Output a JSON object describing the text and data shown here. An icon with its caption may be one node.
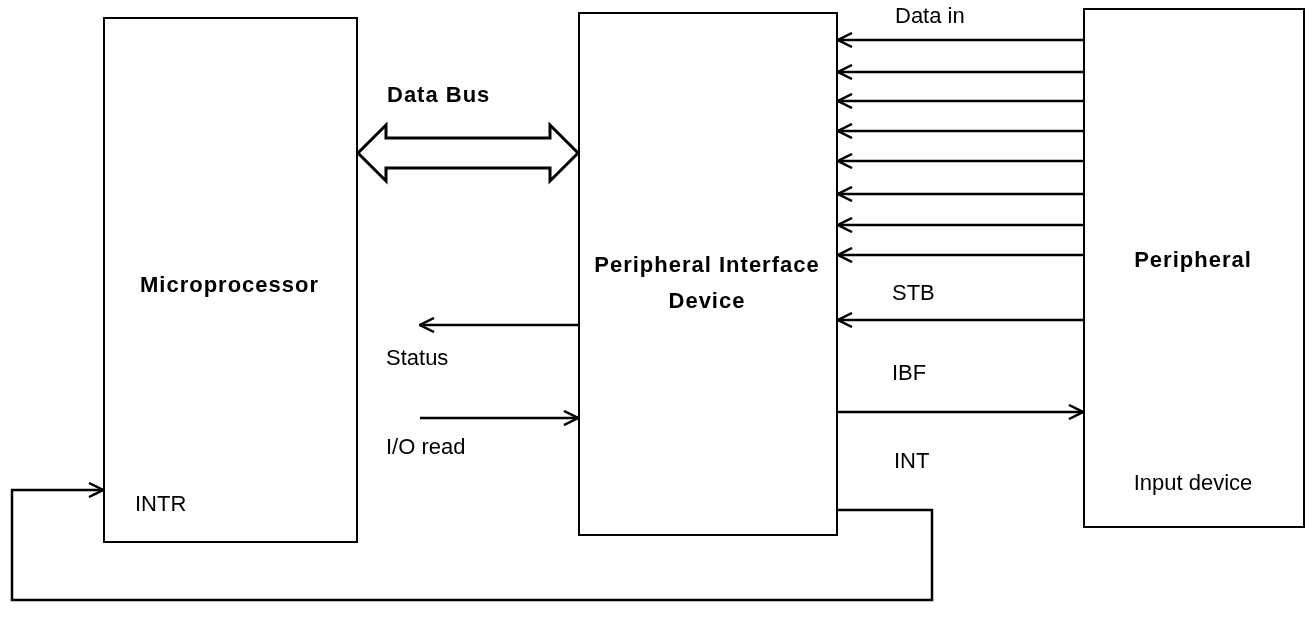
{
  "diagram": {
    "nodes": [
      {
        "text": [
          "Microprocessor",
          "INTR"
        ]
      },
      {
        "text": [
          "Peripheral Interface Device"
        ]
      },
      {
        "text": [
          "Peripheral",
          "Input device"
        ]
      }
    ],
    "edges": [
      {
        "from": 0,
        "to": 1,
        "arrow": "both",
        "label": "Data Bus",
        "style": "thick"
      },
      {
        "from": 2,
        "to": 1,
        "arrow": "to",
        "label": "Data in"
      },
      {
        "from": 2,
        "to": 1,
        "arrow": "to"
      },
      {
        "from": 2,
        "to": 1,
        "arrow": "to"
      },
      {
        "from": 2,
        "to": 1,
        "arrow": "to"
      },
      {
        "from": 2,
        "to": 1,
        "arrow": "to"
      },
      {
        "from": 2,
        "to": 1,
        "arrow": "to"
      },
      {
        "from": 2,
        "to": 1,
        "arrow": "to"
      },
      {
        "from": 2,
        "to": 1,
        "arrow": "to"
      },
      {
        "from": 2,
        "to": 1,
        "arrow": "to",
        "label": "STB"
      },
      {
        "from": 1,
        "to": null,
        "arrow": "to",
        "label": "Status"
      },
      {
        "from": null,
        "to": 1,
        "arrow": "to",
        "label": "I/O read"
      },
      {
        "from": 1,
        "to": 2,
        "arrow": "to",
        "label": "IBF"
      },
      {
        "from": 1,
        "to": 0,
        "arrow": "to",
        "label": "INT"
      }
    ]
  }
}
